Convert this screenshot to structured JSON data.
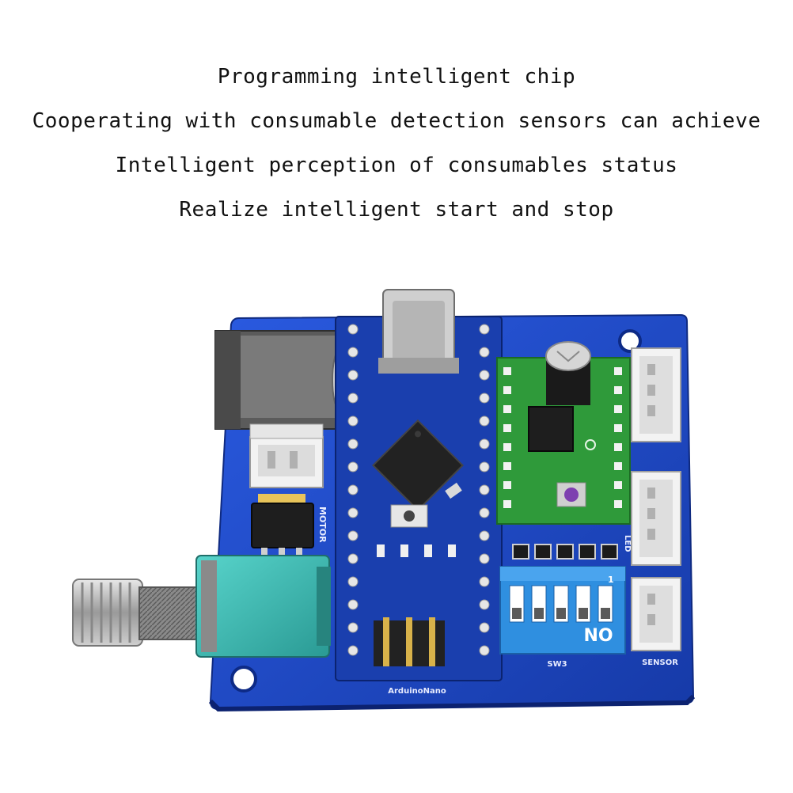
{
  "captions": [
    "Programming intelligent chip",
    "Cooperating with consumable detection sensors can achieve",
    "Intelligent perception of consumables status",
    "Realize intelligent start and stop"
  ],
  "board": {
    "switch_label": "NO",
    "switch_number": "1",
    "silkscreen_bottom": "ArduinoNano",
    "silkscreen_sw": "SW3",
    "silkscreen_sensor": "SENSOR",
    "silkscreen_motor": "MOTOR",
    "silkscreen_led": "LED"
  },
  "colors": {
    "pcb_blue": "#1f49c9",
    "nano_blue": "#1a3fae",
    "driver_green": "#2f9a3a",
    "dip_blue": "#2f8fe0",
    "knob_teal": "#3fb8b0"
  }
}
